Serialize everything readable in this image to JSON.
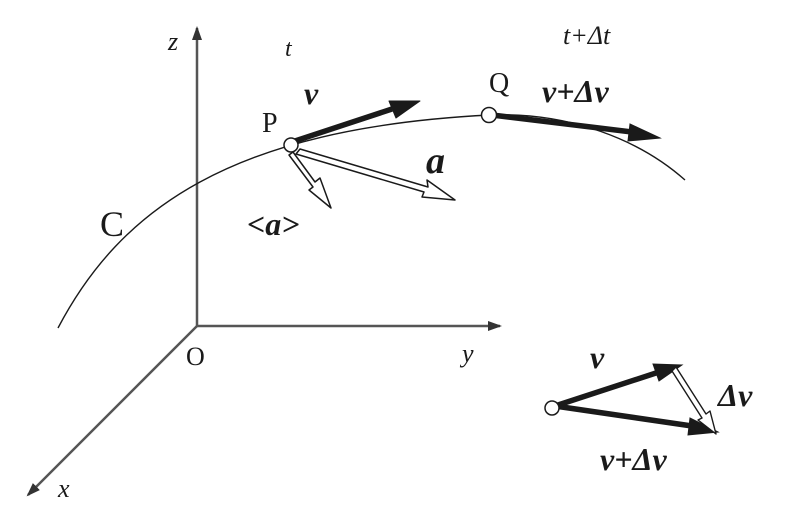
{
  "labels": {
    "z_axis": "z",
    "y_axis": "y",
    "x_axis": "x",
    "origin": "O",
    "curve": "C",
    "point_p": "P",
    "point_q": "Q",
    "time_t": "t",
    "time_t_dt": "t+Δt",
    "velocity": "v",
    "velocity_plus_dv": "v+Δv",
    "acceleration": "a",
    "avg_acceleration": "<a>",
    "triangle_v": "v",
    "triangle_dv": "Δv",
    "triangle_v_plus_dv": "v+Δv"
  },
  "colors": {
    "ink": "#1a1a1a",
    "axis": "#555555",
    "hollow_fill": "#ffffff"
  }
}
